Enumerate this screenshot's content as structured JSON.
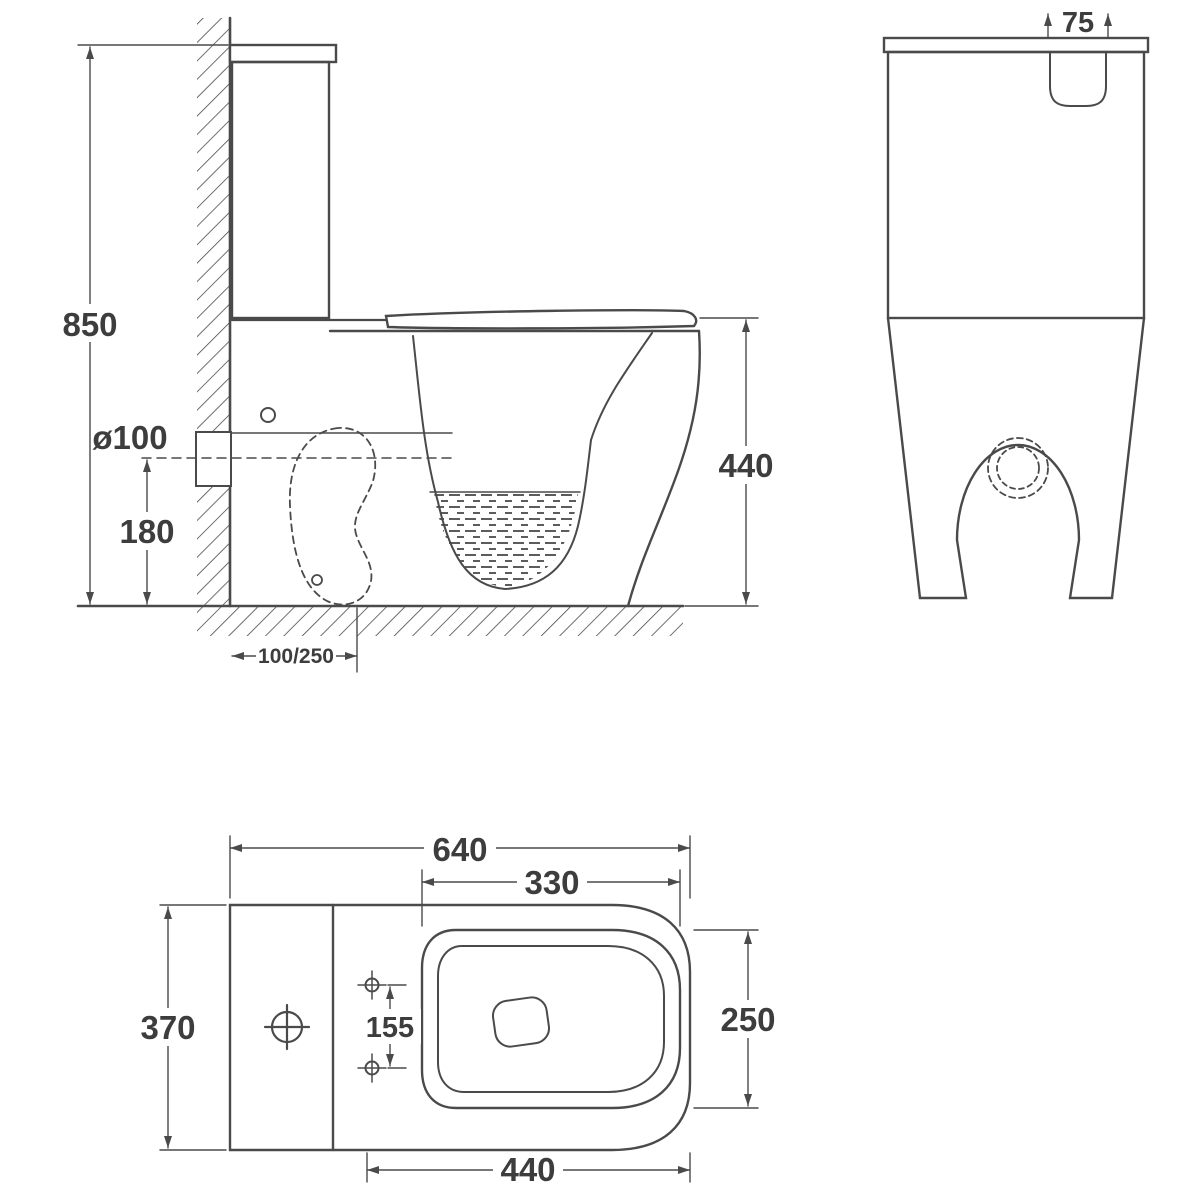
{
  "drawing": {
    "side_view": {
      "total_height": "850",
      "inlet_diameter": "ø100",
      "inlet_centre_height": "180",
      "outlet_setout": "100/250",
      "pan_height": "440"
    },
    "front_view": {
      "button_width": "75"
    },
    "top_view": {
      "overall_length": "640",
      "seat_opening_length": "330",
      "overall_width": "370",
      "seat_opening_width": "250",
      "hinge_hole_spacing": "155",
      "pan_length": "440"
    },
    "colors": {
      "line": "#4a4a4a",
      "text": "#3d3d3d",
      "background": "#ffffff"
    }
  }
}
